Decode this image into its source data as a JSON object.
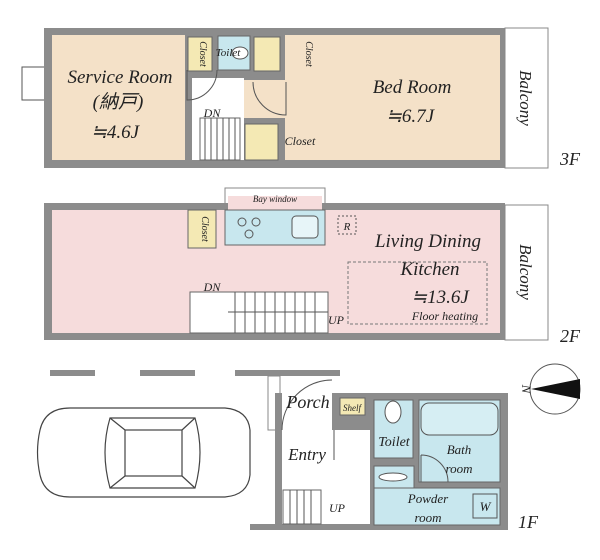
{
  "floor3": {
    "label": "3F",
    "service_room": "Service Room",
    "service_room_jp": "(納戸)",
    "service_room_size": "≒4.6J",
    "closet_left": "Closet",
    "toilet": "Toilet",
    "closet_right": "Closet",
    "closet_lower": "Closet",
    "bed_room": "Bed Room",
    "bed_room_size": "≒6.7J",
    "stairs": "DN",
    "balcony": "Balcony"
  },
  "floor2": {
    "label": "2F",
    "bay_window": "Bay window",
    "closet": "Closet",
    "range_hood": "R",
    "ldk_line1": "Living Dining",
    "ldk_line2": "Kitchen",
    "ldk_size": "≒13.6J",
    "floor_heating": "Floor heating",
    "stairs_down": "DN",
    "stairs_up": "UP",
    "balcony": "Balcony"
  },
  "floor1": {
    "label": "1F",
    "porch": "Porch",
    "shelf": "Shelf",
    "entry": "Entry",
    "toilet": "Toilet",
    "bath_line1": "Bath",
    "bath_line2": "room",
    "powder_line1": "Powder",
    "powder_line2": "room",
    "washer": "W",
    "stairs_up": "UP"
  },
  "compass": {
    "north": "N"
  }
}
